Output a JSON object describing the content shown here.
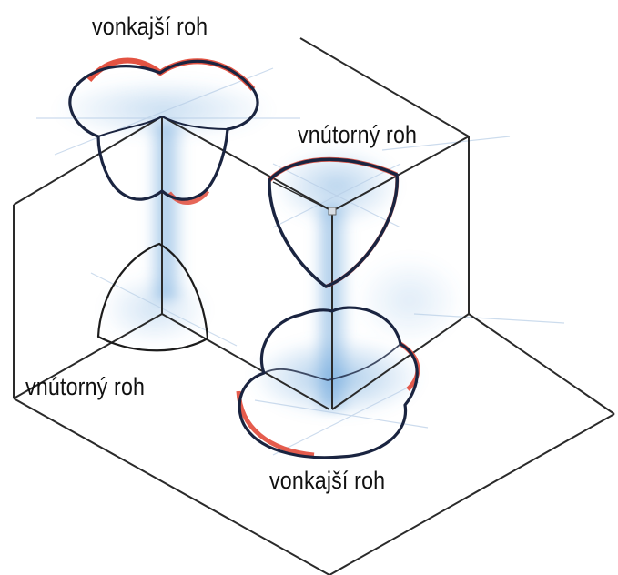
{
  "labels": {
    "top": "vonkajší roh",
    "inner_right": "vnútorný roh",
    "inner_left": "vnútorný roh",
    "bottom": "vonkajší roh"
  },
  "colors": {
    "line": "#1c1c1c",
    "outline": "#1a2440",
    "highlight": "#e0402e",
    "shade": "#5f9ed8",
    "background": "#ffffff"
  }
}
